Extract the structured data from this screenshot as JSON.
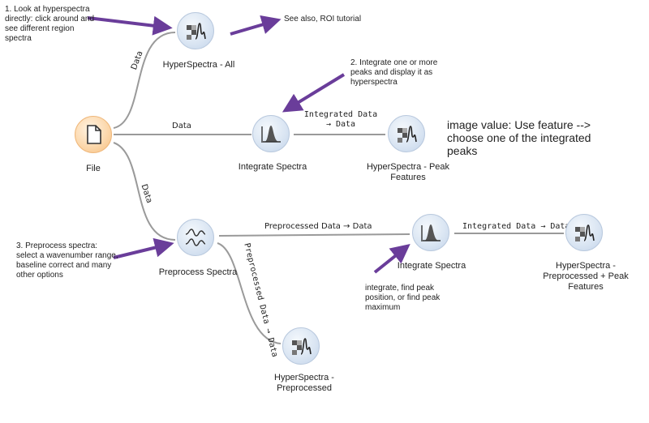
{
  "widgets": {
    "file": {
      "label": "File"
    },
    "hyper_all": {
      "label": "HyperSpectra - All"
    },
    "integrate_1": {
      "label": "Integrate Spectra"
    },
    "hyper_peak": {
      "label": "HyperSpectra - Peak Features"
    },
    "preprocess": {
      "label": "Preprocess Spectra"
    },
    "integrate_2": {
      "label": "Integrate Spectra"
    },
    "hyper_preproc_peak": {
      "label": "HyperSpectra - Preprocessed + Peak Features"
    },
    "hyper_preproc": {
      "label": "HyperSpectra - Preprocessed"
    }
  },
  "links": {
    "file_to_hyper_all": "Data",
    "file_to_integrate": "Data",
    "file_to_preprocess": "Data",
    "integrate_to_hyper_peak": "Integrated Data → Data",
    "preprocess_to_integrate": "Preprocessed Data → Data",
    "integrate2_to_hyper": "Integrated Data → Data",
    "preprocess_to_hyper_preproc": "Preprocessed Data → Data"
  },
  "notes": {
    "note1": "1. Look at hyperspectra directly: click around and see different region spectra",
    "note_roi": "See also, ROI tutorial",
    "note2": "2. Integrate one or more peaks and display it as hyperspectra",
    "note_image": "image value: Use feature --> choose one of the integrated peaks",
    "note3": "3. Preprocess spectra: select a wavenumber range, baseline correct and many other options",
    "note_integrate": "integrate, find peak position, or find peak maximum"
  },
  "colors": {
    "widget_blue": "#dbe6f3",
    "widget_orange": "#fcd9ae",
    "arrow_purple": "#6a3d9a",
    "wire_gray": "#9a9a9a"
  }
}
